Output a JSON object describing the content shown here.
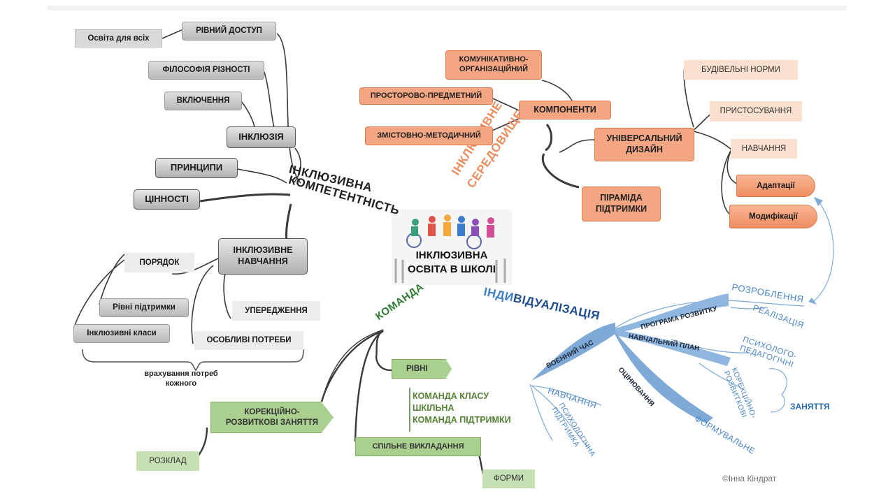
{
  "center": {
    "line1": "ІНКЛЮЗИВНА",
    "line2": "ОСВІТА В ШКОЛІ"
  },
  "competence": {
    "title_line1": "ІНКЛЮЗИВНА",
    "title_line2": "КОМПЕТЕНТНІСТЬ",
    "equal_access": "РІВНИЙ ДОСТУП",
    "education_for_all": "Освіта для всіх",
    "philosophy": "ФІЛОСОФІЯ РІЗНОСТІ",
    "inclusion_en": "ВКЛЮЧЕННЯ",
    "inclusion": "ІНКЛЮЗІЯ",
    "principles": "ПРИНЦИПИ",
    "values": "ЦІННОСТІ",
    "learning_line1": "ІНКЛЮЗИВНЕ",
    "learning_line2": "НАВЧАННЯ",
    "order": "ПОРЯДОК",
    "support_levels": "Рівні підтримки",
    "inclusive_classes": "Інклюзивні класи",
    "prejudice": "УПЕРЕДЖЕННЯ",
    "special_needs": "ОСОБЛИВІ ПОТРЕБИ",
    "needs_caption_line1": "врахування потреб",
    "needs_caption_line2": "кожного"
  },
  "environment": {
    "title_line1": "ІНКЛЮЗИВНЕ",
    "title_line2": "СЕРЕДОВИЩЕ",
    "components": "КОМПОНЕНТИ",
    "communicative_line1": "КОМУНІКАТИВНО-",
    "communicative_line2": "ОРГАНІЗАЦІЙНИЙ",
    "spatial": "ПРОСТОРОВО-ПРЕДМЕТНИЙ",
    "content": "ЗМІСТОВНО-МЕТОДИЧНИЙ",
    "universal_line1": "УНІВЕРСАЛЬНИЙ",
    "universal_line2": "ДИЗАЙН",
    "building_norms": "БУДІВЕЛЬНІ НОРМИ",
    "adaptation": "ПРИСТОСУВАННЯ",
    "learning": "НАВЧАННЯ",
    "adaptations": "Адаптації",
    "modifications": "Модифікації",
    "pyramid_line1": "ПІРАМІДА",
    "pyramid_line2": "ПІДТРИМКИ"
  },
  "team": {
    "title": "КОМАНДА",
    "levels": "РІВНІ",
    "class_team": "КОМАНДА КЛАСУ",
    "school_team": "ШКІЛЬНА",
    "support_team": "КОМАНДА ПІДТРИМКИ",
    "correctional_line1": "КОРЕКЦІЙНО-",
    "correctional_line2": "РОЗВИТКОВІ ЗАНЯТТЯ",
    "schedule": "РОЗКЛАД",
    "co_teaching": "СПІЛЬНЕ ВИКЛАДАННЯ",
    "forms": "ФОРМИ"
  },
  "individualization": {
    "title_a": "ІНДИ",
    "title_b": "ВІДУАЛІЗАЦІЯ",
    "dev_program": "ПРОГРАМА РОЗВИТКУ",
    "development": "РОЗРОБЛЕННЯ",
    "realization": "РЕАЛІЗАЦІЯ",
    "curriculum": "НАВЧАЛЬНИЙ ПЛАН",
    "psych_ped_line1": "ПСИХОЛОГО-",
    "psych_ped_line2": "ПЕДАГОГІЧНІ",
    "corr_dev_line1": "КОРЕКЦІЙНО-",
    "corr_dev_line2": "РОЗВИТКОВІ",
    "lessons": "ЗАНЯТТЯ",
    "assessment": "ОЦІНЮВАННЯ",
    "formative": "ФОРМУВАЛЬНЕ",
    "wartime": "ВОЄННИЙ ЧАС",
    "learning": "НАВЧАННЯ",
    "psych_support_line1": "ПСИХОЛОГІЧНА",
    "psych_support_line2": "ПІДТРИМКА"
  },
  "copyright": "©Інна Кіндрат",
  "colors": {
    "blue": "#3d7fc9",
    "orange": "#f4a582",
    "green": "#a9d08e",
    "gray": "#bfbfbf",
    "team_green": "#2e7d32"
  }
}
